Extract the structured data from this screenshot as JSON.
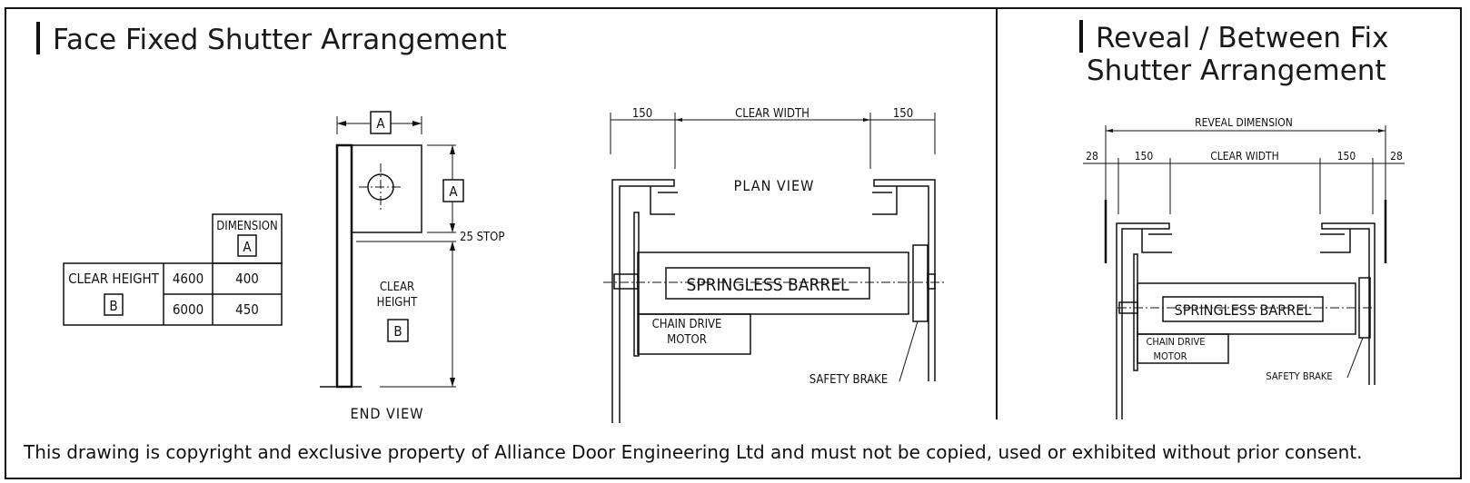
{
  "titles": {
    "left": "Face Fixed Shutter Arrangement",
    "right_line1": "Reveal / Between Fix",
    "right_line2": "Shutter Arrangement"
  },
  "dimension_table": {
    "header": "DIMENSION",
    "header_tag": "A",
    "row_label": "CLEAR HEIGHT",
    "row_tag": "B",
    "rows": [
      {
        "height": "4600",
        "value": "400"
      },
      {
        "height": "6000",
        "value": "450"
      }
    ]
  },
  "end_view": {
    "dim_a_top": "A",
    "dim_a_side": "A",
    "stop_label": "25 STOP",
    "clear_line1": "CLEAR",
    "clear_line2": "HEIGHT",
    "height_tag": "B",
    "caption": "END VIEW"
  },
  "plan_view": {
    "dim_left": "150",
    "dim_center": "CLEAR WIDTH",
    "dim_right": "150",
    "caption": "PLAN VIEW",
    "barrel_label": "SPRINGLESS BARREL",
    "motor_line1": "CHAIN DRIVE",
    "motor_line2": "MOTOR",
    "brake_label": "SAFETY BRAKE"
  },
  "reveal_view": {
    "reveal_dim": "REVEAL DIMENSION",
    "dim_28_left": "28",
    "dim_150_left": "150",
    "dim_center": "CLEAR WIDTH",
    "dim_150_right": "150",
    "dim_28_right": "28",
    "barrel_label": "SPRINGLESS BARREL",
    "motor_line1": "CHAIN DRIVE",
    "motor_line2": "MOTOR",
    "brake_label": "SAFETY BRAKE"
  },
  "footer": "This drawing is copyright and exclusive property of Alliance Door Engineering Ltd and must not be copied, used or exhibited without prior consent."
}
